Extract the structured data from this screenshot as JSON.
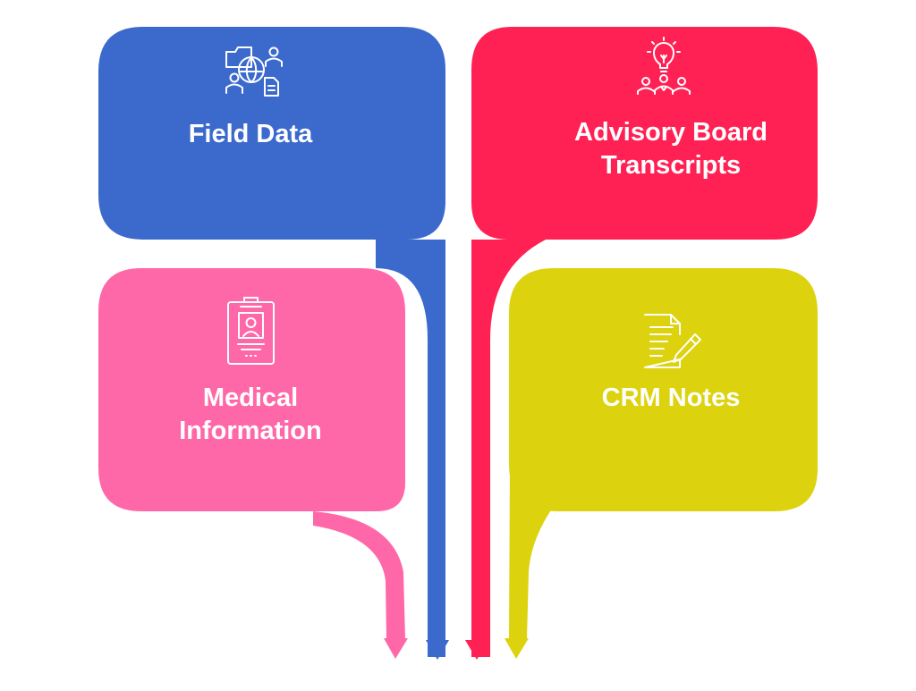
{
  "colors": {
    "blue": "#3b69cc",
    "red": "#ff2154",
    "pink": "#ff68a8",
    "olive": "#dcd20e",
    "icon_stroke": "#ffffff"
  },
  "cards": {
    "field_data": {
      "lines": [
        "Field Data"
      ],
      "icon": "team-network-icon"
    },
    "advisory": {
      "lines": [
        "Advisory Board",
        "Transcripts"
      ],
      "icon": "idea-meeting-icon"
    },
    "medical": {
      "lines": [
        "Medical",
        "Information"
      ],
      "icon": "id-badge-clipboard-icon"
    },
    "crm": {
      "lines": [
        "CRM Notes"
      ],
      "icon": "document-pen-icon"
    }
  }
}
